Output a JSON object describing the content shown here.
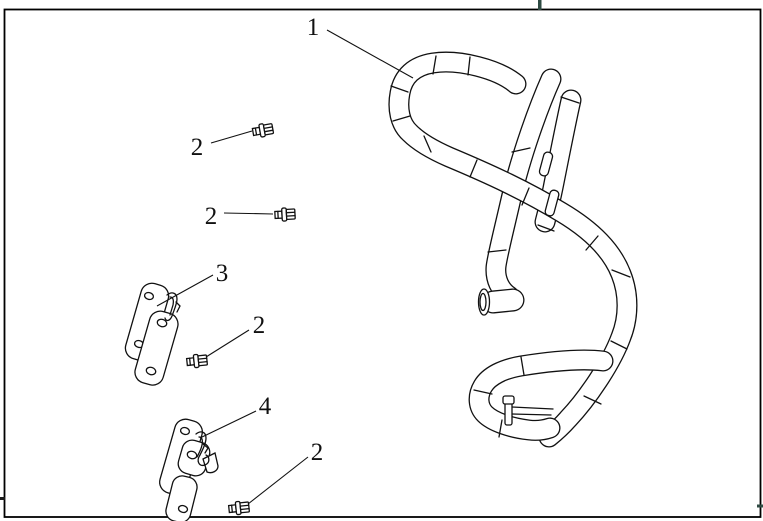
{
  "figure": {
    "background_color": "#ffffff",
    "line_color": "#111111",
    "frame_color": "#000000",
    "top_tick_color": "#2e4a42",
    "right_tick_color": "#2e4a42",
    "left_tick_color": "#1a1a1a"
  },
  "callouts": [
    {
      "label": "1"
    },
    {
      "label": "2"
    },
    {
      "label": "2"
    },
    {
      "label": "3"
    },
    {
      "label": "2"
    },
    {
      "label": "4"
    },
    {
      "label": "2"
    }
  ]
}
